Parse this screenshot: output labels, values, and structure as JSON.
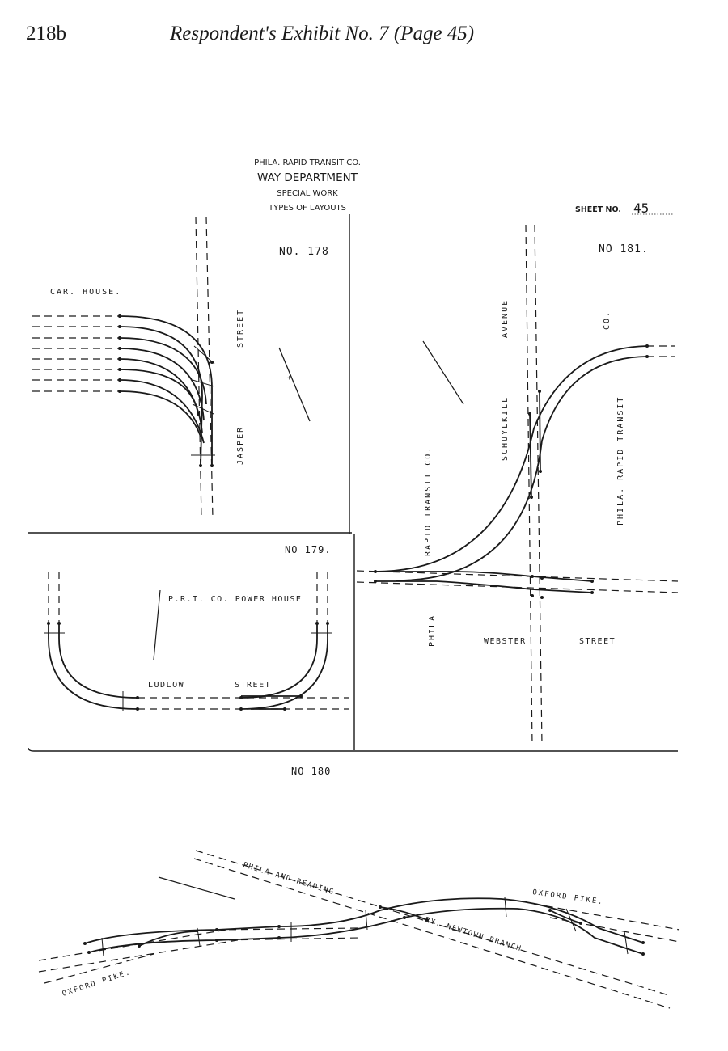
{
  "page": {
    "number": "218b",
    "title": "Respondent's Exhibit No. 7 (Page 45)"
  },
  "header": {
    "company": "PHILA. RAPID TRANSIT CO.",
    "department": "WAY DEPARTMENT",
    "subtitle_1": "SPECIAL WORK",
    "subtitle_2": "TYPES OF LAYOUTS",
    "sheet_label": "SHEET NO.",
    "sheet_number": "45"
  },
  "layouts": {
    "no178": {
      "label": "NO. 178",
      "car_house": "CAR. HOUSE.",
      "street_name": "JASPER",
      "street_word": "STREET"
    },
    "no179": {
      "label": "NO 179.",
      "power_house": "P.R.T. CO. POWER HOUSE",
      "street_name": "LUDLOW",
      "street_word": "STREET"
    },
    "no180": {
      "label": "NO 180",
      "pike_east": "OXFORD   PIKE.",
      "pike_west": "OXFORD   PIKE.",
      "railroad_1": "PHILA AND READING",
      "railroad_2": "RY. NEWTOWN BRANCH"
    },
    "no181": {
      "label": "NO 181.",
      "avenue_name": "SCHUYLKILL",
      "avenue_word": "AVENUE",
      "street_name": "WEBSTER",
      "street_word": "STREET",
      "company_a": "RAPID TRANSIT CO.",
      "company_a_word": "PHILA",
      "company_b": "PHILA. RAPID TRANSIT",
      "company_b_word": "CO."
    }
  }
}
